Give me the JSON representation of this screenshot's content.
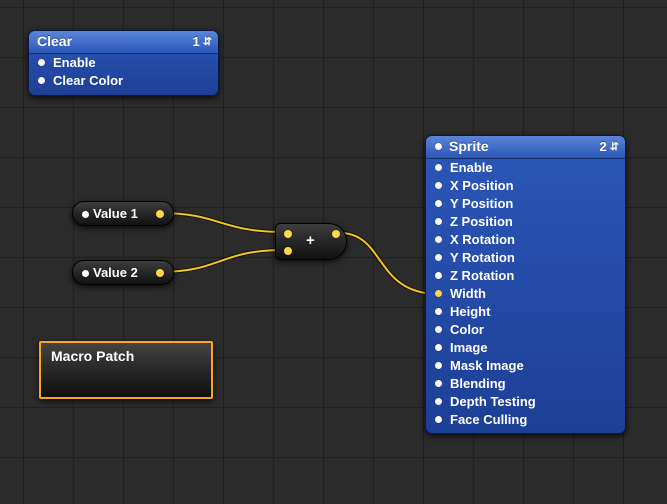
{
  "clear_patch": {
    "title": "Clear",
    "counter": "1",
    "inputs": [
      "Enable",
      "Clear Color"
    ]
  },
  "value1_patch": {
    "label": "Value 1"
  },
  "value2_patch": {
    "label": "Value 2"
  },
  "add_patch": {
    "symbol": "+"
  },
  "macro_patch": {
    "title": "Macro Patch"
  },
  "sprite_patch": {
    "title": "Sprite",
    "counter": "2",
    "inputs": [
      "Enable",
      "X Position",
      "Y Position",
      "Z Position",
      "X Rotation",
      "Y Rotation",
      "Z Rotation",
      "Width",
      "Height",
      "Color",
      "Image",
      "Mask Image",
      "Blending",
      "Depth Testing",
      "Face Culling"
    ],
    "connected_input": "Width"
  },
  "colors": {
    "canvas": "#2b2b2b",
    "patch_blue": "#2447a5",
    "wire": "#f5c518",
    "selection": "#f5a623"
  },
  "icons": {
    "counter_arrows": "up-down-arrows-icon"
  }
}
